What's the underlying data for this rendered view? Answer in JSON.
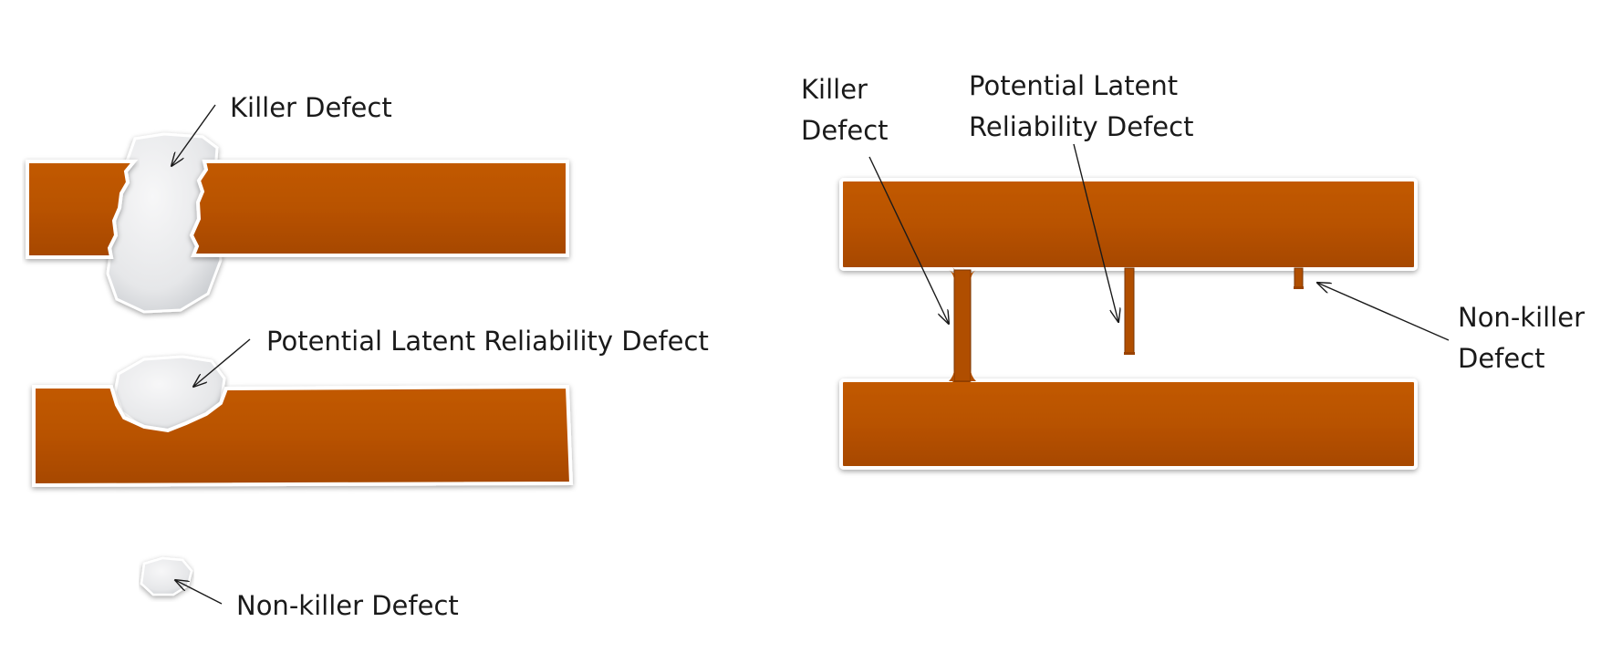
{
  "left_panel": {
    "killer_label": "Killer Defect",
    "latent_label": "Potential Latent Reliability Defect",
    "nonkiller_label": "Non-killer Defect"
  },
  "right_panel": {
    "killer_label_line1": "Killer",
    "killer_label_line2": "Defect",
    "latent_label_line1": "Potential Latent",
    "latent_label_line2": "Reliability Defect",
    "nonkiller_label_line1": "Non-killer",
    "nonkiller_label_line2": "Defect"
  },
  "colors": {
    "copper": "#b85200",
    "copper_dark": "#8c3c00",
    "particle": "#e9eaeb",
    "particle_edge": "#b9bcc0"
  }
}
